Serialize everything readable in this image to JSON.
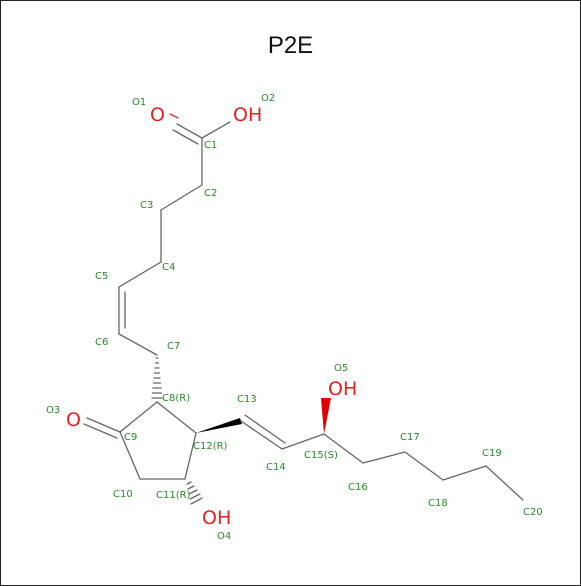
{
  "title": "P2E",
  "colors": {
    "heteroatom": "#e82020",
    "atom_label": "#2a8a2a",
    "bond": "#666666"
  },
  "atoms": {
    "O1": "O1",
    "O2": "O2",
    "O3": "O3",
    "O4": "O4",
    "O5": "O5",
    "C1": "C1",
    "C2": "C2",
    "C3": "C3",
    "C4": "C4",
    "C5": "C5",
    "C6": "C6",
    "C7": "C7",
    "C8": "C8(R)",
    "C9": "C9",
    "C10": "C10",
    "C11": "C11(R)",
    "C12": "C12(R)",
    "C13": "C13",
    "C14": "C14",
    "C15": "C15(S)",
    "C16": "C16",
    "C17": "C17",
    "C18": "C18",
    "C19": "C19",
    "C20": "C20"
  },
  "groups": {
    "o1": "O",
    "oh2": "OH",
    "o3": "O",
    "oh4": "OH",
    "oh5": "OH"
  }
}
